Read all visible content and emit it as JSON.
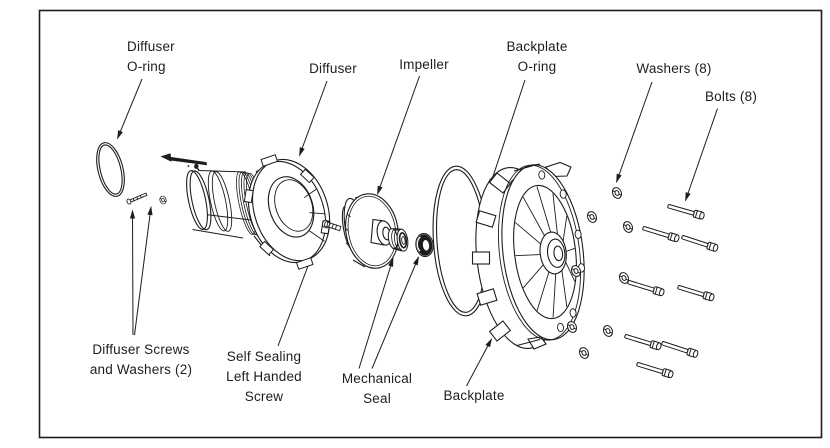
{
  "diagram": {
    "type": "exploded-parts-diagram",
    "colors": {
      "ink": "#1d1d1d",
      "background": "#ffffff"
    },
    "labels": {
      "diffuser_oring": "Diffuser\nO-ring",
      "diffuser": "Diffuser",
      "impeller": "Impeller",
      "backplate_oring": "Backplate\nO-ring",
      "washers": "Washers (8)",
      "bolts": "Bolts (8)",
      "diffuser_screws": "Diffuser Screws\nand Washers (2)",
      "self_sealing_screw": "Self Sealing\nLeft Handed\nScrew",
      "mechanical_seal": "Mechanical\nSeal",
      "backplate": "Backplate"
    }
  }
}
